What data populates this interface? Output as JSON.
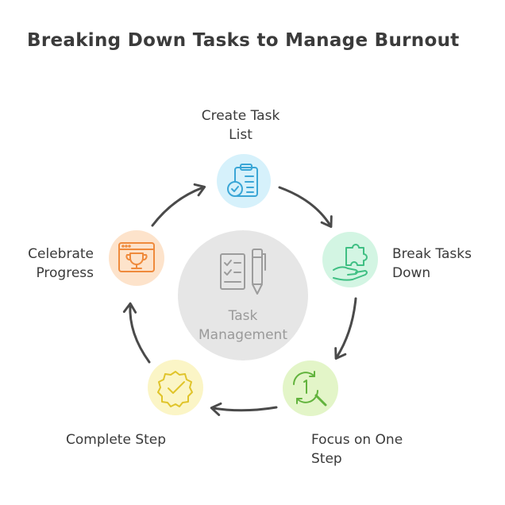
{
  "title": "Breaking Down Tasks to Manage Burnout",
  "center": {
    "line1": "Task",
    "line2": "Management"
  },
  "steps": [
    {
      "line1": "Create Task",
      "line2": "List",
      "icon": "clipboard-check-icon",
      "color": "#d6f1fb",
      "stroke": "#3aa6d6"
    },
    {
      "line1": "Break Tasks",
      "line2": "Down",
      "icon": "puzzle-hand-icon",
      "color": "#d3f5e3",
      "stroke": "#3fbf83"
    },
    {
      "line1": "Focus on One",
      "line2": "Step",
      "icon": "magnifier-one-icon",
      "color": "#e3f5c8",
      "stroke": "#62b33d"
    },
    {
      "line1": "Complete Step",
      "line2": "",
      "icon": "badge-check-icon",
      "color": "#fbf5c6",
      "stroke": "#e0c42a"
    },
    {
      "line1": "Celebrate",
      "line2": "Progress",
      "icon": "trophy-window-icon",
      "color": "#fde3cb",
      "stroke": "#ef8a3c"
    }
  ]
}
